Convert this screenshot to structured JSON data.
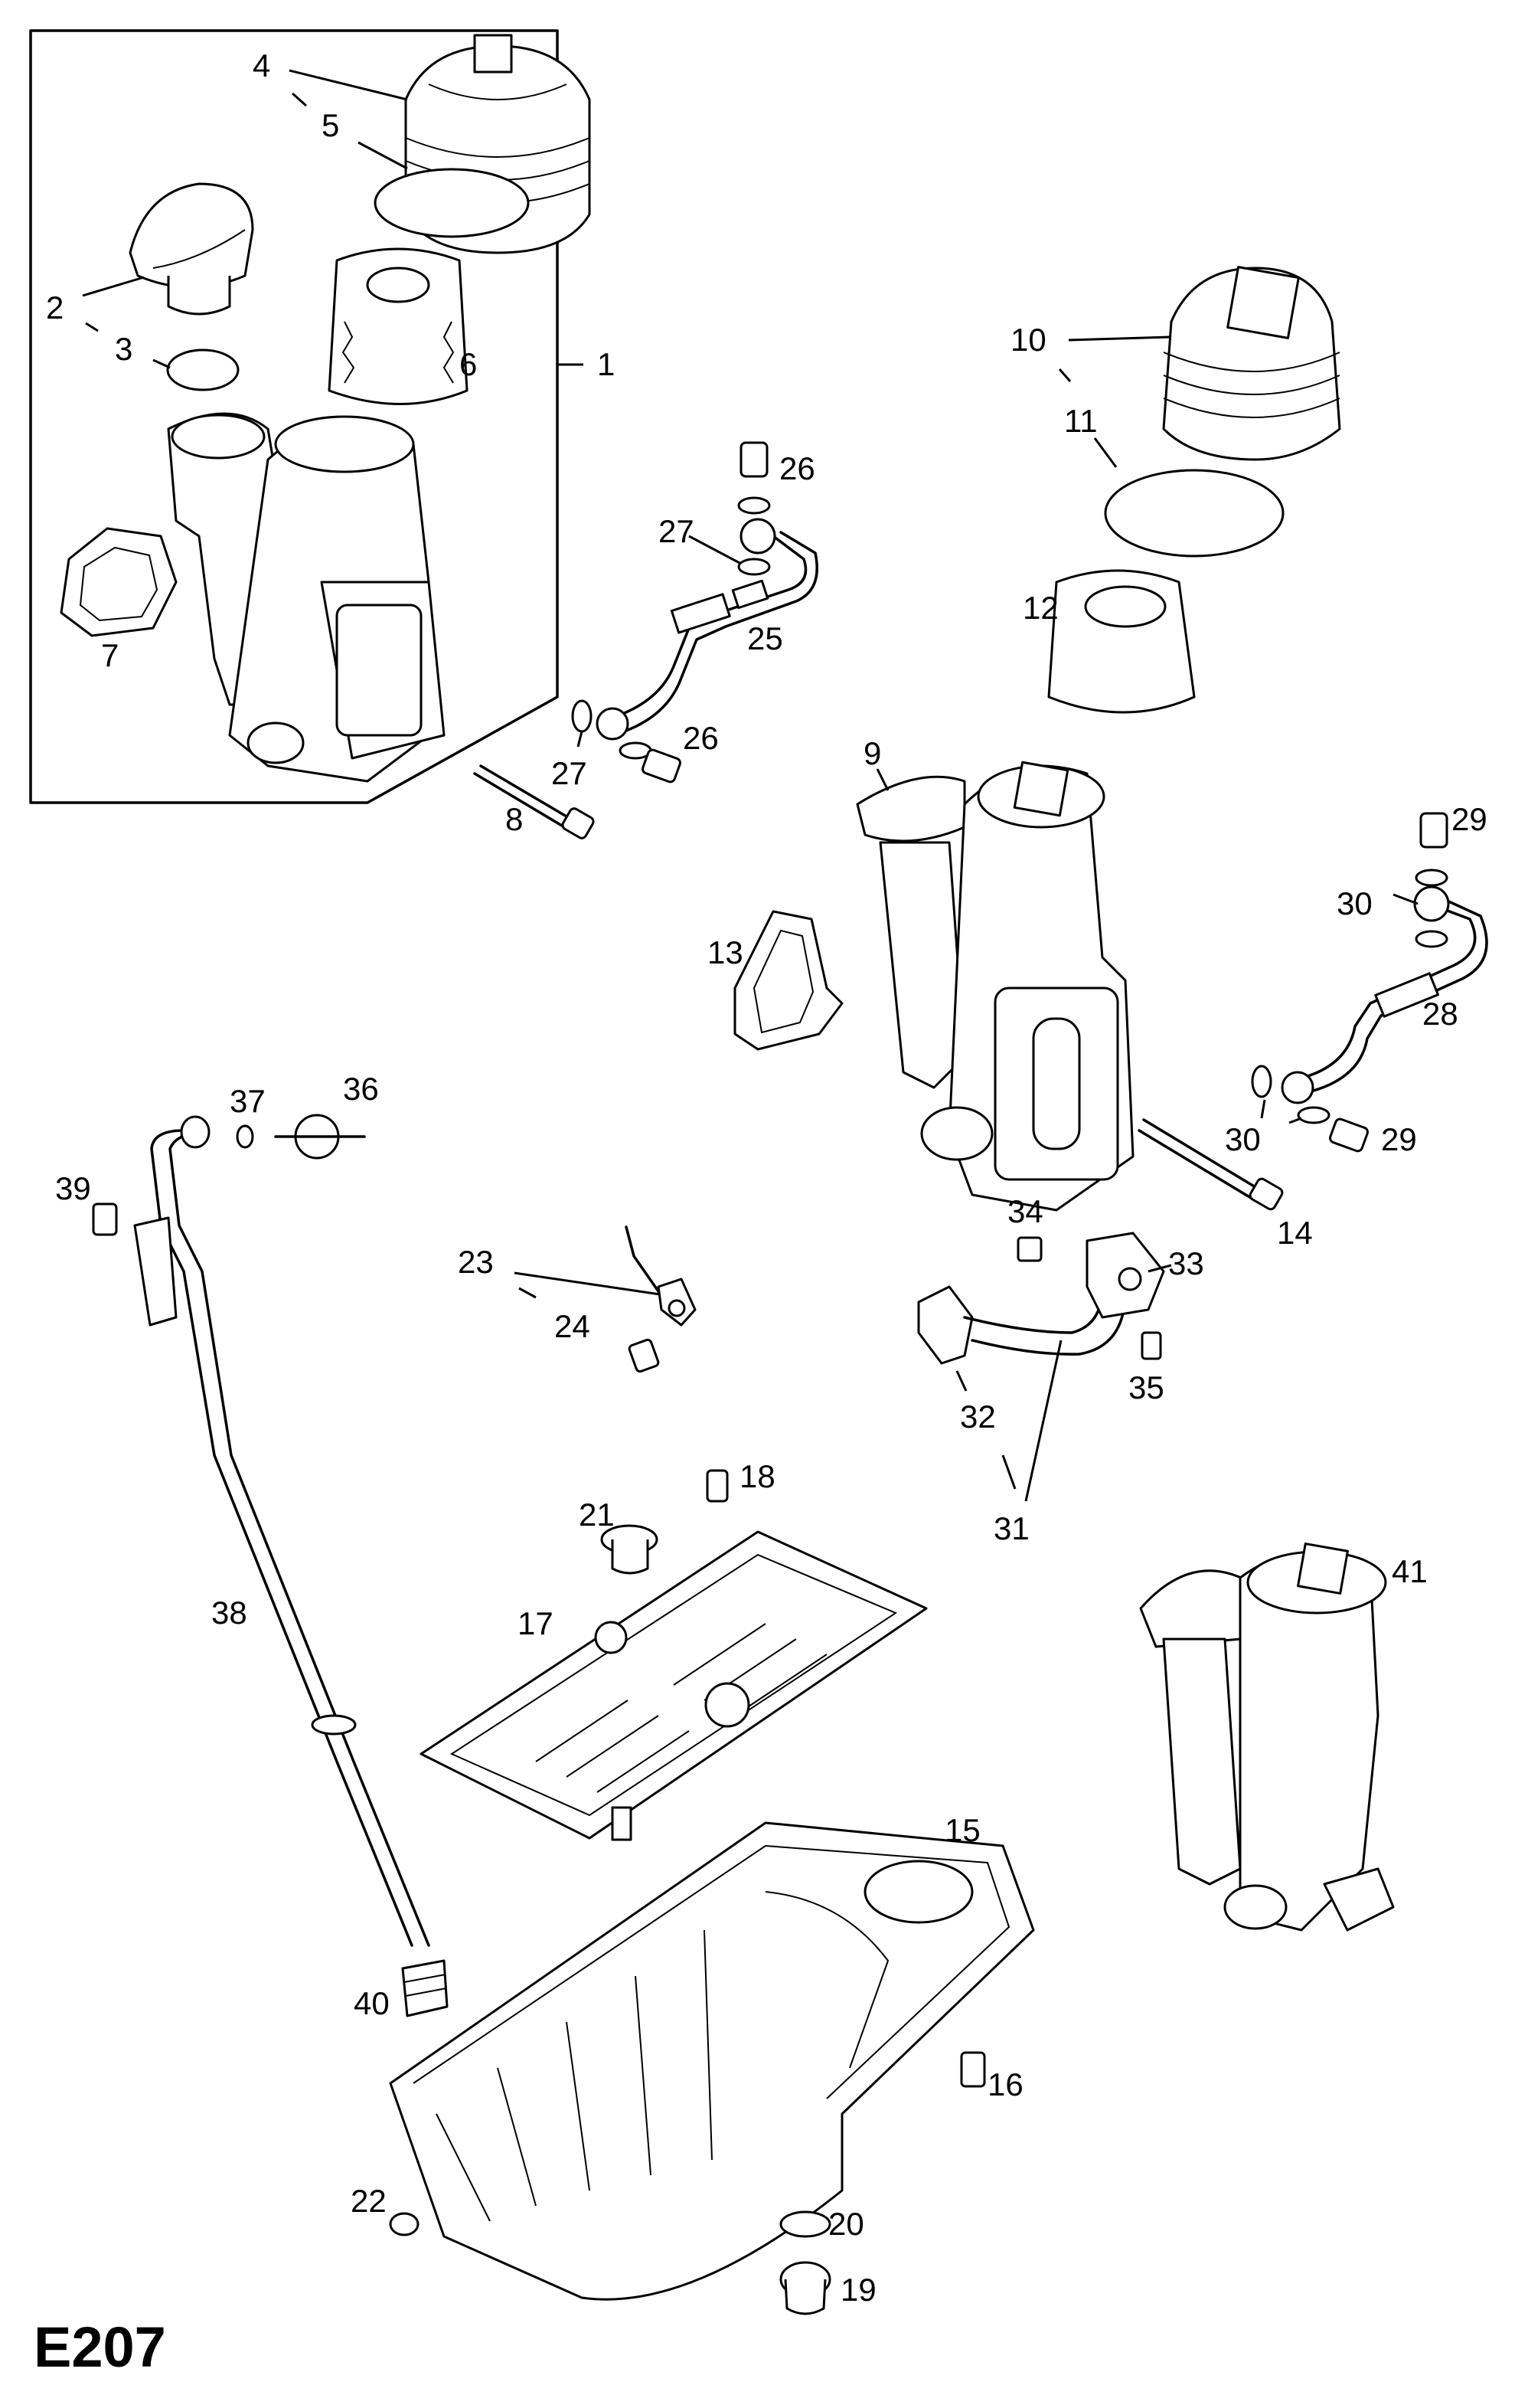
{
  "diagram": {
    "code": "E207",
    "callouts": [
      "1",
      "2",
      "3",
      "4",
      "5",
      "6",
      "7",
      "8",
      "9",
      "10",
      "11",
      "12",
      "13",
      "14",
      "15",
      "16",
      "17",
      "18",
      "19",
      "20",
      "21",
      "22",
      "23",
      "24",
      "25",
      "26",
      "26",
      "27",
      "27",
      "28",
      "29",
      "29",
      "30",
      "30",
      "31",
      "32",
      "33",
      "34",
      "35",
      "36",
      "37",
      "38",
      "39",
      "40",
      "41"
    ]
  }
}
